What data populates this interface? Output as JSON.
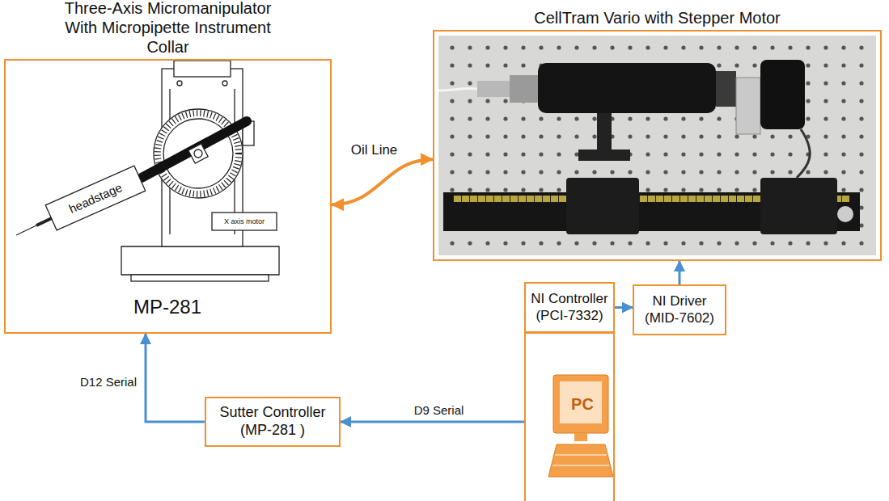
{
  "diagram": {
    "nodes": [
      {
        "text": [
          "Three-Axis Micromanipulator With Micropipette Instrument Collar",
          "MP-281"
        ]
      },
      {
        "text": [
          "CellTram Vario with Stepper Motor"
        ]
      },
      {
        "text": [
          "NI Controller (PCI-7332)"
        ]
      },
      {
        "text": [
          "NI Driver (MID-7602)"
        ]
      },
      {
        "text": [
          "PC"
        ]
      },
      {
        "text": [
          "Sutter Controller (MP-281 )"
        ]
      }
    ],
    "edges": [
      {
        "from": 0,
        "to": 1,
        "arrow": "both",
        "label": "Oil Line"
      },
      {
        "from": 2,
        "to": 3,
        "arrow": "to"
      },
      {
        "from": 3,
        "to": 1,
        "arrow": "to"
      },
      {
        "from": 4,
        "to": 5,
        "arrow": "to",
        "label": "D9 Serial"
      },
      {
        "from": 5,
        "to": 0,
        "arrow": "to",
        "label": "D12 Serial"
      }
    ],
    "labels": [
      "headstage",
      "X axis motor"
    ]
  }
}
